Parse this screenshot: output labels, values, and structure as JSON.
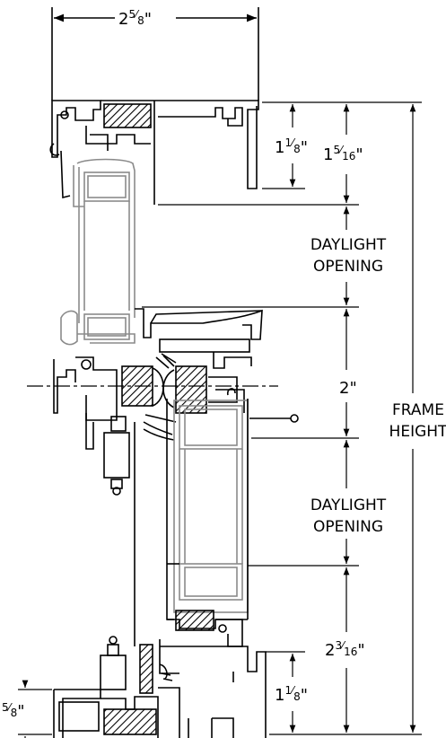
{
  "dimensions": {
    "top_width": {
      "whole": "2",
      "num": "5",
      "den": "8"
    },
    "head_depth_inner": {
      "whole": "1",
      "num": "1",
      "den": "8"
    },
    "head_depth_outer": {
      "whole": "1",
      "num": "5",
      "den": "16"
    },
    "meeting_rail": {
      "whole": "2"
    },
    "sill_upper": {
      "whole": "2",
      "num": "3",
      "den": "16"
    },
    "sill_inner": {
      "whole": "1",
      "num": "1",
      "den": "8"
    },
    "sill_side": {
      "num": "5",
      "den": "8"
    }
  },
  "labels": {
    "daylight_upper_1": "DAYLIGHT",
    "daylight_upper_2": "OPENING",
    "daylight_lower_1": "DAYLIGHT",
    "daylight_lower_2": "OPENING",
    "frame_height_1": "FRAME",
    "frame_height_2": "HEIGHT"
  },
  "colors": {
    "line": "#000000",
    "glass": "#8a8a8a"
  }
}
